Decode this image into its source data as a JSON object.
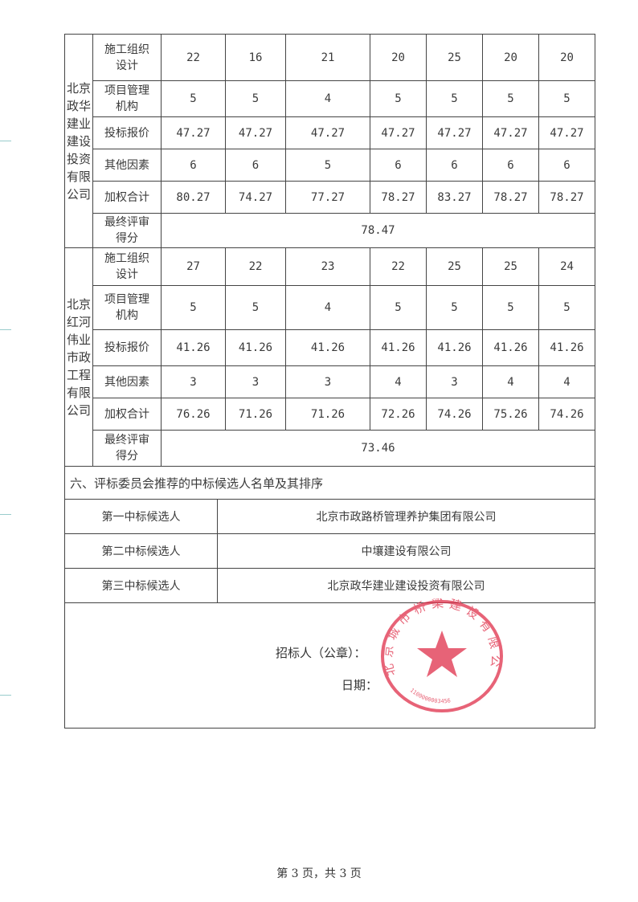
{
  "score_table": {
    "row_labels": [
      "施工组织设计",
      "项目管理机构",
      "投标报价",
      "其他因素",
      "加权合计",
      "最终评审得分"
    ],
    "companies": [
      {
        "name": "北京政华建业建设投资有限公司",
        "rows": [
          [
            "22",
            "16",
            "21",
            "20",
            "25",
            "20",
            "20"
          ],
          [
            "5",
            "5",
            "4",
            "5",
            "5",
            "5",
            "5"
          ],
          [
            "47.27",
            "47.27",
            "47.27",
            "47.27",
            "47.27",
            "47.27",
            "47.27"
          ],
          [
            "6",
            "6",
            "5",
            "6",
            "6",
            "6",
            "6"
          ],
          [
            "80.27",
            "74.27",
            "77.27",
            "78.27",
            "83.27",
            "78.27",
            "78.27"
          ]
        ],
        "final_score": "78.47"
      },
      {
        "name": "北京红河伟业市政工程有限公司",
        "rows": [
          [
            "27",
            "22",
            "23",
            "22",
            "25",
            "25",
            "24"
          ],
          [
            "5",
            "5",
            "4",
            "5",
            "5",
            "5",
            "5"
          ],
          [
            "41.26",
            "41.26",
            "41.26",
            "41.26",
            "41.26",
            "41.26",
            "41.26"
          ],
          [
            "3",
            "3",
            "3",
            "4",
            "3",
            "4",
            "4"
          ],
          [
            "76.26",
            "71.26",
            "71.26",
            "72.26",
            "74.26",
            "75.26",
            "74.26"
          ]
        ],
        "final_score": "73.46"
      }
    ]
  },
  "section6": {
    "heading": "六、评标委员会推荐的中标候选人名单及其排序",
    "candidates": [
      {
        "rank": "第一中标候选人",
        "name": "北京市政路桥管理养护集团有限公司"
      },
      {
        "rank": "第二中标候选人",
        "name": "中壤建设有限公司"
      },
      {
        "rank": "第三中标候选人",
        "name": "北京政华建业建设投资有限公司"
      }
    ]
  },
  "signature": {
    "tenderer_label": "招标人（公章）：",
    "date_label": "日期："
  },
  "stamp": {
    "text": "北京城市桥梁建设有限公司",
    "number": "1100000003456",
    "color": "#e0304a"
  },
  "footer": {
    "page": "第 3 页，共 3 页"
  }
}
